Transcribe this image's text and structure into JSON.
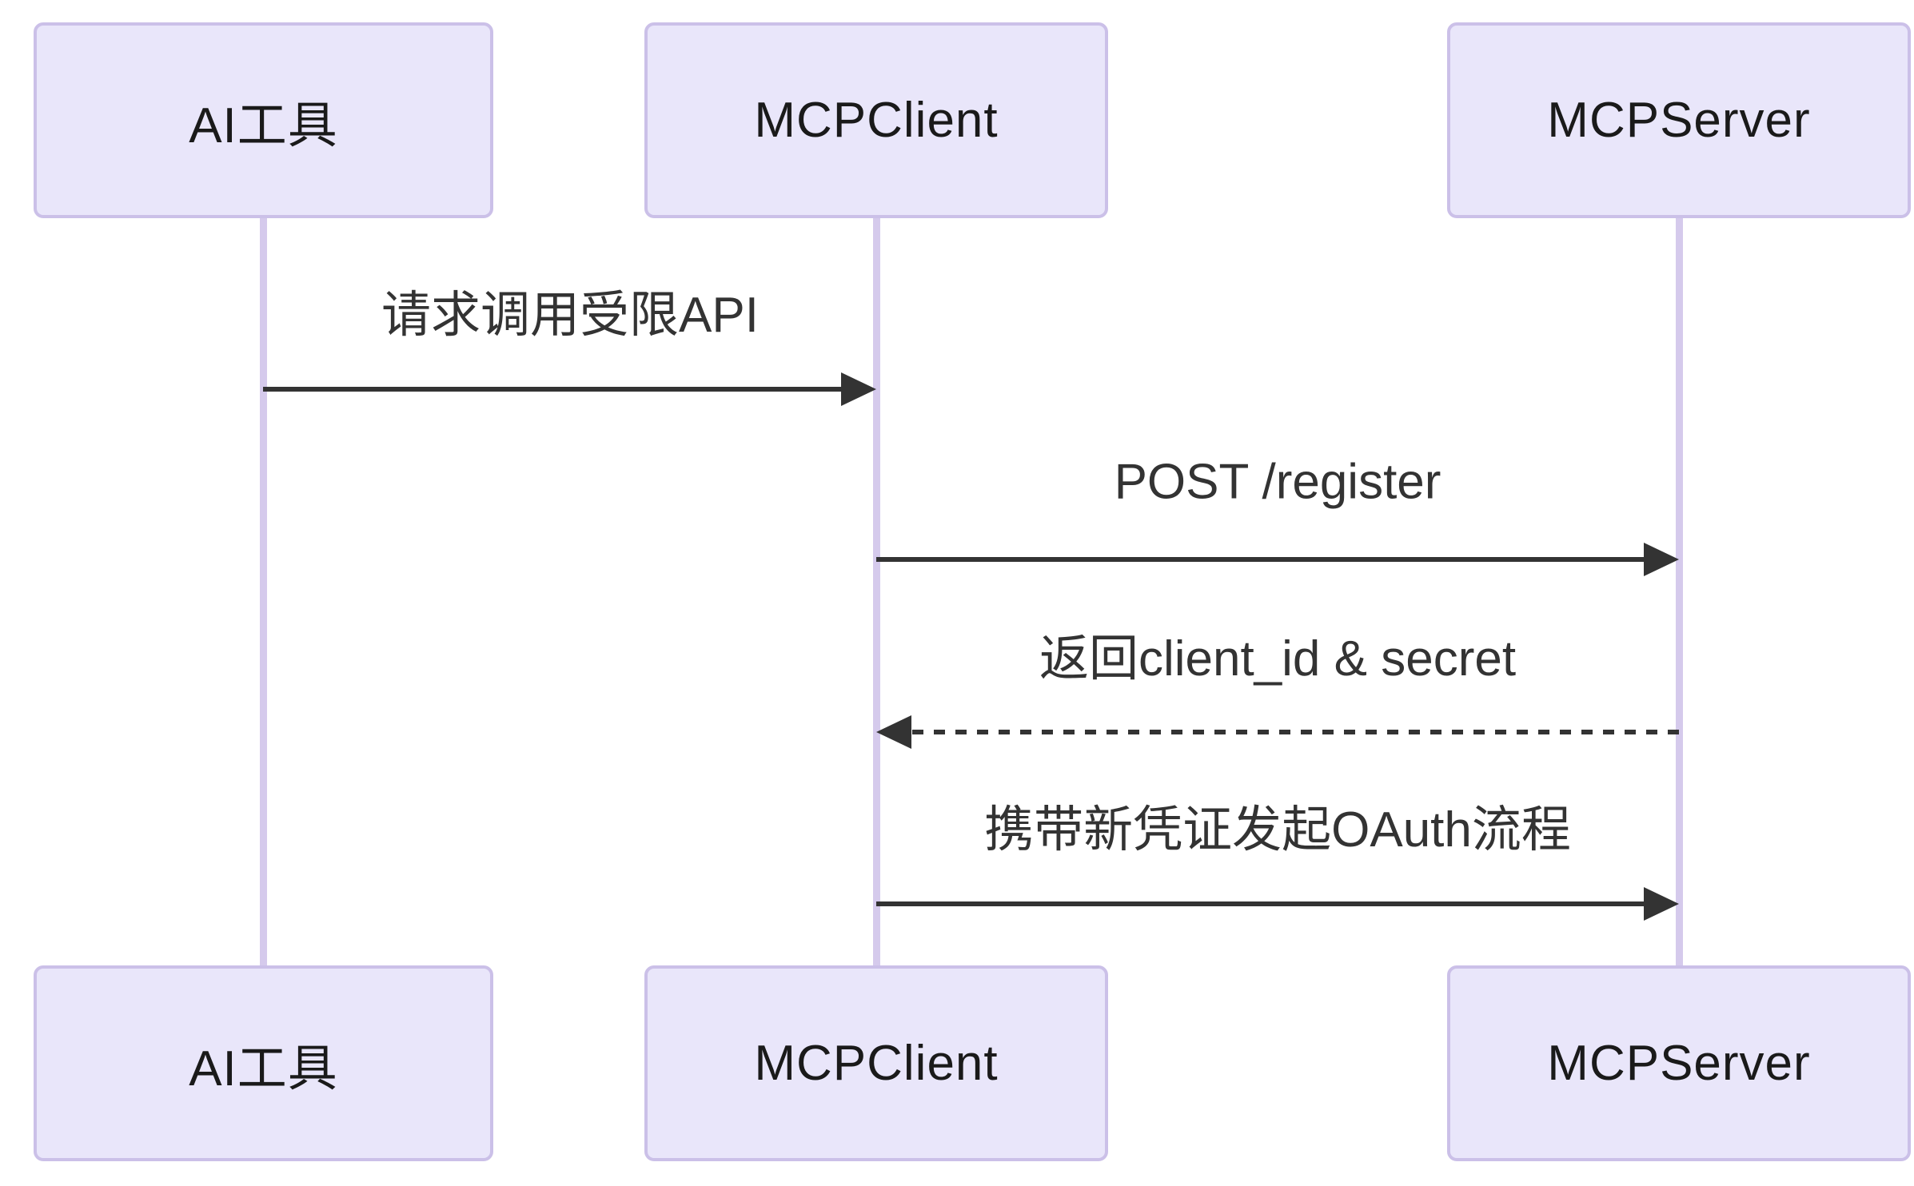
{
  "diagram": {
    "kind": "sequence-diagram",
    "actors": [
      {
        "id": "ai-tool",
        "label": "AI工具"
      },
      {
        "id": "mcp-client",
        "label": "MCPClient"
      },
      {
        "id": "mcp-server",
        "label": "MCPServer"
      }
    ],
    "messages": [
      {
        "from": "AI工具",
        "to": "MCPClient",
        "label": "请求调用受限API",
        "line": "solid",
        "direction": "right"
      },
      {
        "from": "MCPClient",
        "to": "MCPServer",
        "label": "POST /register",
        "line": "solid",
        "direction": "right"
      },
      {
        "from": "MCPServer",
        "to": "MCPClient",
        "label": "返回client_id & secret",
        "line": "dashed",
        "direction": "left"
      },
      {
        "from": "MCPClient",
        "to": "MCPServer",
        "label": "携带新凭证发起OAuth流程",
        "line": "solid",
        "direction": "right"
      }
    ],
    "colors": {
      "background": "#FFFFFF",
      "actor_fill": "#E9E6FA",
      "actor_border": "#CBC0E8",
      "lifeline": "#D5CAEC",
      "message_ink": "#333333"
    }
  }
}
